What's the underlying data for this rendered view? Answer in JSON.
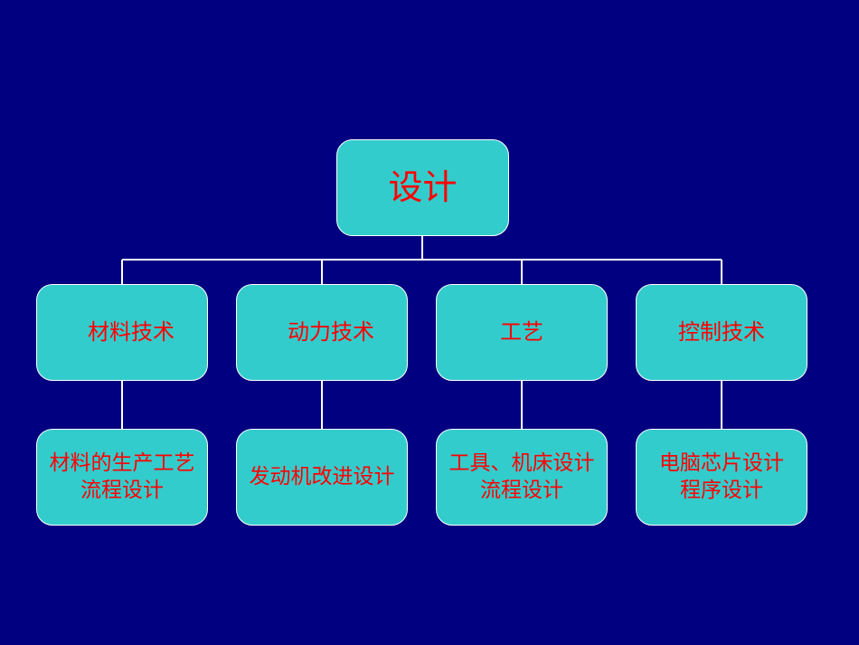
{
  "colors": {
    "background": "#000080",
    "box_fill": "#33cccc",
    "text": "#ff0000",
    "lines": "#ffffff"
  },
  "root": {
    "label": "设计"
  },
  "categories": [
    {
      "label": "材料技术",
      "detail": "材料的生产工艺\n流程设计"
    },
    {
      "label": "动力技术",
      "detail": "发动机改进设计"
    },
    {
      "label": "工艺",
      "detail": "工具、机床设计\n流程设计"
    },
    {
      "label": "控制技术",
      "detail": "电脑芯片设计\n程序设计"
    }
  ]
}
